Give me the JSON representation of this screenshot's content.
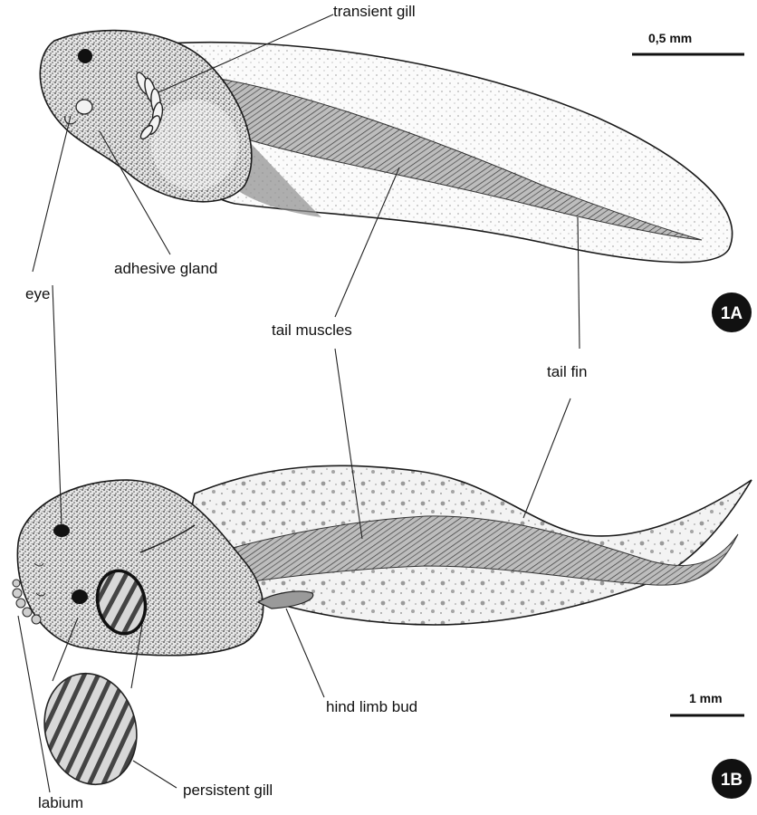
{
  "panel_a": {
    "badge": "1A",
    "scale_bar": "0,5  mm",
    "labels": {
      "transient_gill": "transient gill",
      "adhesive_gland": "adhesive gland",
      "eye": "eye",
      "tail_muscles": "tail muscles",
      "tail_fin": "tail fin"
    }
  },
  "panel_b": {
    "badge": "1B",
    "scale_bar": "1 mm",
    "labels": {
      "hind_limb_bud": "hind limb bud",
      "persistent_gill": "persistent gill",
      "labium": "labium"
    }
  },
  "colors": {
    "ink": "#111111",
    "paper": "#ffffff",
    "stipple": "#555555"
  }
}
